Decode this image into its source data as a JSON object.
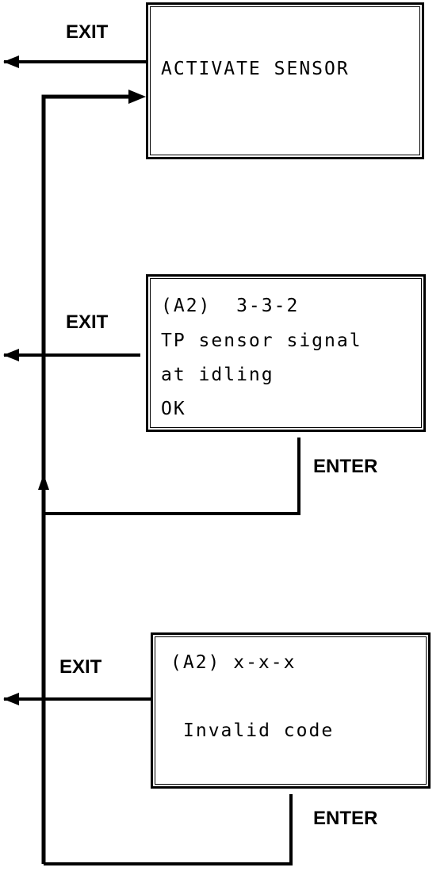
{
  "screens": [
    {
      "lines": [
        "ACTIVATE SENSOR"
      ]
    },
    {
      "lines": [
        "(A2)  3-3-2",
        "TP sensor signal",
        "at idling",
        "OK"
      ]
    },
    {
      "lines": [
        "(A2) x-x-x",
        "",
        "Invalid code"
      ]
    }
  ],
  "labels": {
    "exit_1": "EXIT",
    "exit_2": "EXIT",
    "exit_3": "EXIT",
    "enter_1": "ENTER",
    "enter_2": "ENTER"
  },
  "colors": {
    "line": "#000000",
    "background": "#ffffff"
  }
}
